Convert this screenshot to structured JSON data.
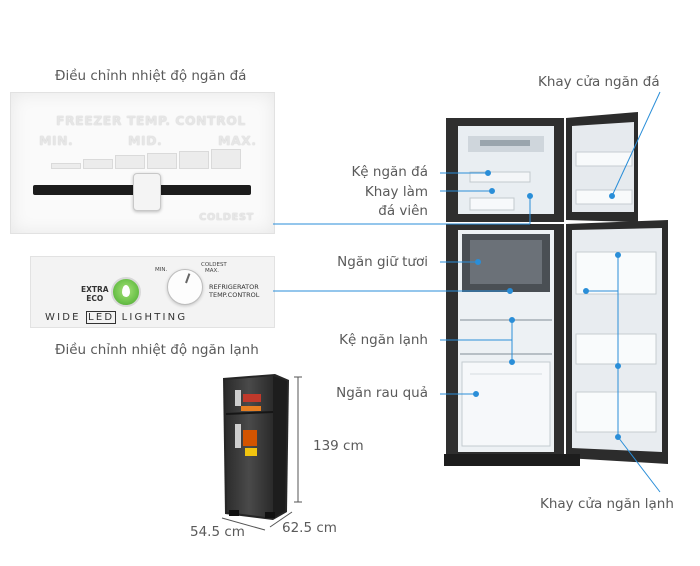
{
  "captions": {
    "freezer_control": "Điều chỉnh nhiệt độ ngăn đá",
    "fridge_control": "Điều chỉnh nhiệt độ ngăn lạnh"
  },
  "freezer_panel": {
    "title": "FREEZER TEMP. CONTROL",
    "min": "MIN.",
    "mid": "MID.",
    "max": "MAX.",
    "coldest": "COLDEST"
  },
  "fridge_panel": {
    "extra_eco_line1": "EXTRA",
    "extra_eco_line2": "ECO",
    "min": "MIN.",
    "coldest": "COLDEST",
    "max": "MAX.",
    "temp_label_line1": "REFRIGERATOR",
    "temp_label_line2": "TEMP.CONTROL",
    "wide": "WIDE",
    "led": "LED",
    "lighting": "LIGHTING"
  },
  "labels": {
    "door_tray_freezer": "Khay cửa ngăn đá",
    "freezer_shelf": "Kệ ngăn đá",
    "ice_tray_line1": "Khay làm",
    "ice_tray_line2": "đá viên",
    "fresh_zone": "Ngăn giữ tươi",
    "fridge_shelf": "Kệ ngăn lạnh",
    "vegetable_box": "Ngăn rau quả",
    "door_tray_fridge": "Khay cửa ngăn lạnh"
  },
  "dimensions": {
    "height": "139 cm",
    "width": "54.5 cm",
    "depth": "62.5 cm"
  },
  "colors": {
    "callout_line": "#2a8ed8",
    "fridge_body": "#3c3c3c",
    "text": "#5a5a5a"
  }
}
